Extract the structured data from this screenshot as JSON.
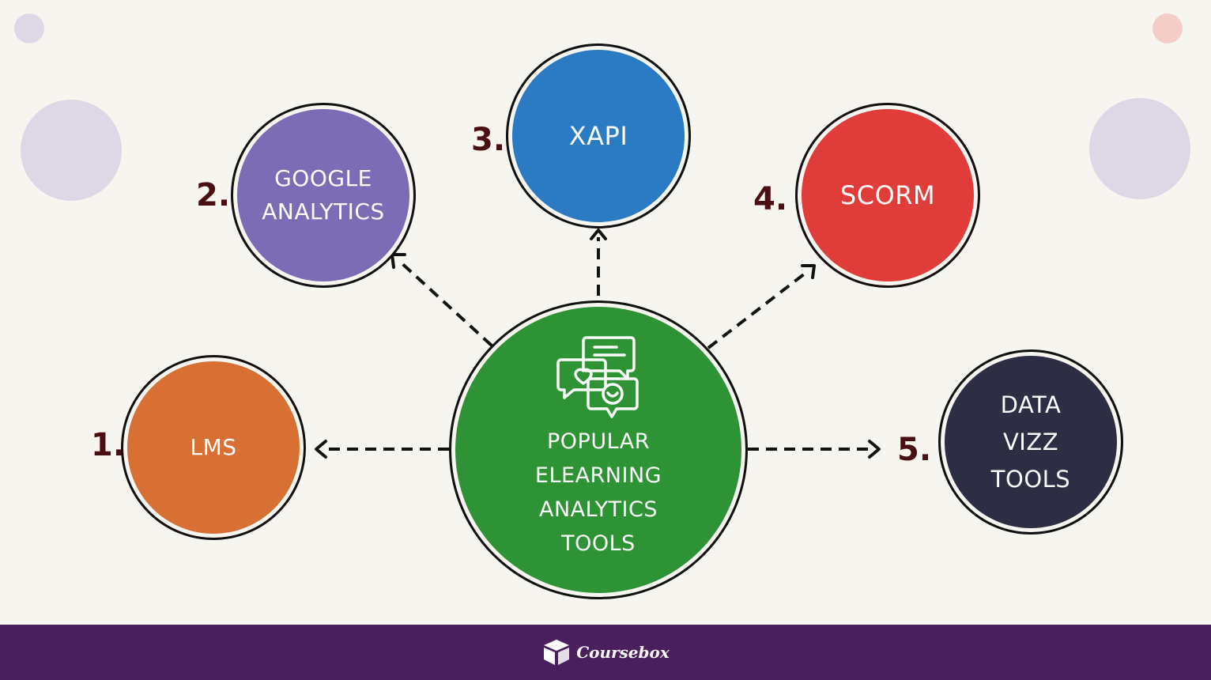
{
  "diagram": {
    "center": {
      "label": "POPULAR\nELEARNING\nANALYTICS\nTOOLS",
      "color": "#2e9334",
      "icon": "chat-bubbles-icon"
    },
    "nodes": [
      {
        "number": "1.",
        "label": "LMS",
        "color": "#d86f33"
      },
      {
        "number": "2.",
        "label": "GOOGLE\nANALYTICS",
        "color": "#7b6cb5"
      },
      {
        "number": "3.",
        "label": "XAPI",
        "color": "#2a7bc3"
      },
      {
        "number": "4.",
        "label": "SCORM",
        "color": "#e03c3a"
      },
      {
        "number": "5.",
        "label": "DATA\nVIZZ\nTOOLS",
        "color": "#2d2d44"
      }
    ]
  },
  "footer": {
    "brand": "Coursebox",
    "background": "#4a1f5e",
    "logo_icon": "box-logo-icon"
  }
}
